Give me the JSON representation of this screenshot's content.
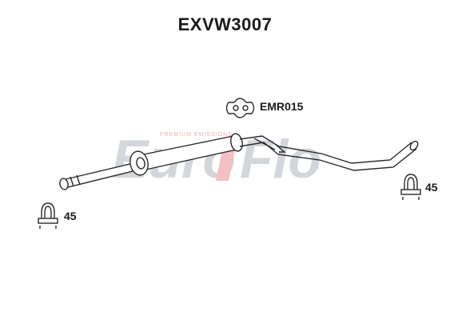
{
  "title": "EXVW3007",
  "watermark": {
    "brand_prefix": "Euro",
    "brand_suffix": "Flo",
    "tagline": "PREMIUM EMISSIONS"
  },
  "parts": {
    "mounting_rubber": {
      "code": "EMR015",
      "icon": "exhaust-hanger-rubber-icon"
    },
    "clamp_left": {
      "size": "45",
      "icon": "u-bolt-clamp-icon"
    },
    "clamp_right": {
      "size": "45",
      "icon": "u-bolt-clamp-icon"
    }
  },
  "colors": {
    "line": "#2a2a2a",
    "watermark_grey": "#cfd3d9",
    "watermark_red": "#f2b9bd"
  }
}
